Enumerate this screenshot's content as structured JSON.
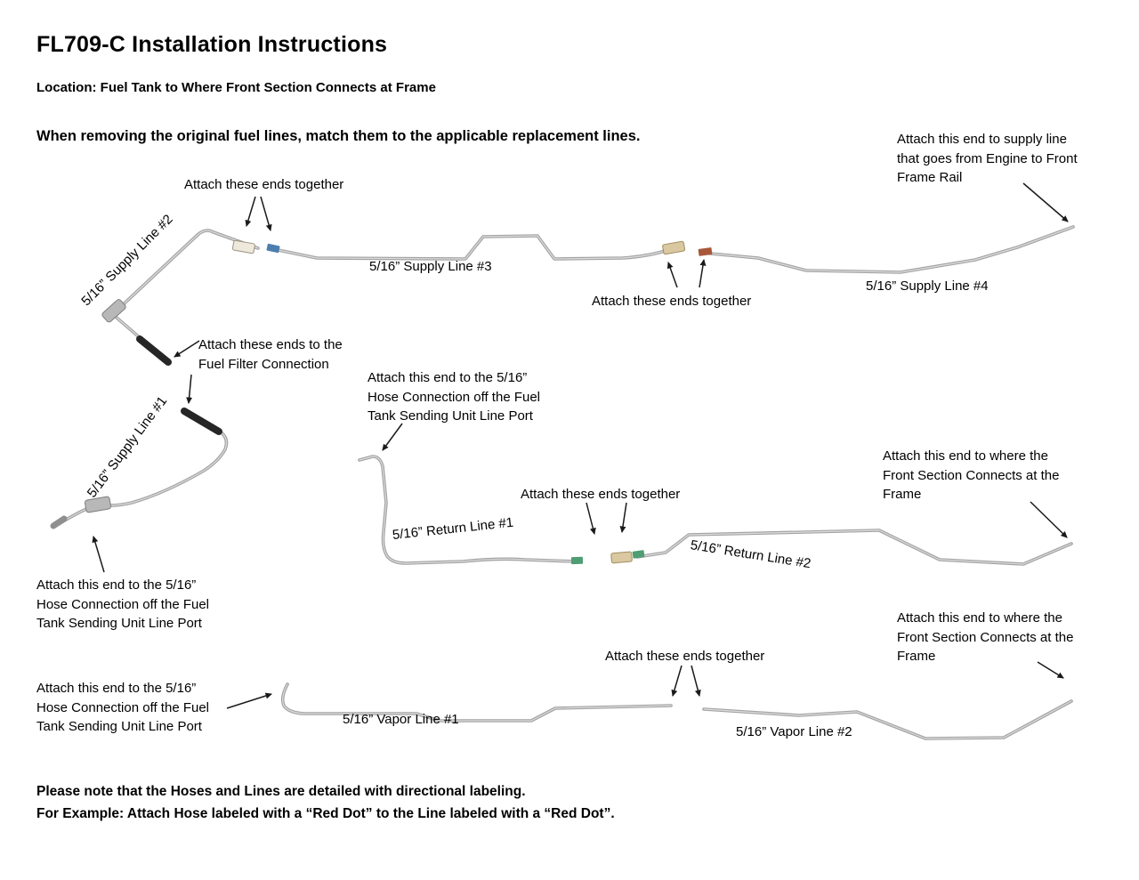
{
  "page": {
    "title": "FL709-C Installation Instructions",
    "location": "Location: Fuel Tank to Where Front Section Connects at Frame",
    "intro": "When removing the original fuel lines, match them to the applicable replacement lines.",
    "footer": {
      "line1": "Please note that the Hoses and Lines are detailed with directional labeling.",
      "line2": "For Example: Attach Hose labeled with a “Red Dot” to the Line labeled with a “Red Dot”."
    }
  },
  "lines": {
    "supply1": {
      "label": "5/16” Supply Line #1"
    },
    "supply2": {
      "label": "5/16” Supply Line #2"
    },
    "supply3": {
      "label": "5/16” Supply Line #3"
    },
    "supply4": {
      "label": "5/16” Supply Line #4"
    },
    "return1": {
      "label": "5/16” Return Line #1"
    },
    "return2": {
      "label": "5/16” Return Line #2"
    },
    "vapor1": {
      "label": "5/16” Vapor Line #1"
    },
    "vapor2": {
      "label": "5/16” Vapor Line #2"
    }
  },
  "annotations": {
    "attach_ends_top": "Attach these ends together",
    "attach_supply_front_rail": "Attach this end to supply line\nthat goes from Engine to Front\nFrame Rail",
    "attach_ends_supply34": "Attach these ends together",
    "attach_fuel_filter": "Attach these ends to the\nFuel Filter Connection",
    "attach_hose_sending_mid": "Attach this end to the 5/16”\nHose Connection off the Fuel\nTank Sending Unit Line Port",
    "attach_ends_return": "Attach these ends together",
    "attach_front_frame_return": "Attach this end to where the\nFront Section Connects at the\nFrame",
    "attach_hose_sending_left": "Attach this end to the 5/16”\nHose Connection off the Fuel\nTank Sending Unit Line Port",
    "attach_front_frame_vapor": "Attach this end to where the\nFront Section Connects at the\nFrame",
    "attach_ends_vapor": "Attach these ends together",
    "attach_hose_sending_bottom": "Attach this end to the 5/16”\nHose Connection off the Fuel\nTank Sending Unit Line Port"
  },
  "colors": {
    "connector_tan": "#d9c8a0",
    "connector_white": "#efe9dc",
    "marker_blue": "#4d7fae",
    "marker_red": "#a8573a",
    "marker_green": "#4f9d72",
    "hose_black": "#262626",
    "fitting_gray": "#b8b8b8",
    "arrow_black": "#1a1a1a"
  }
}
